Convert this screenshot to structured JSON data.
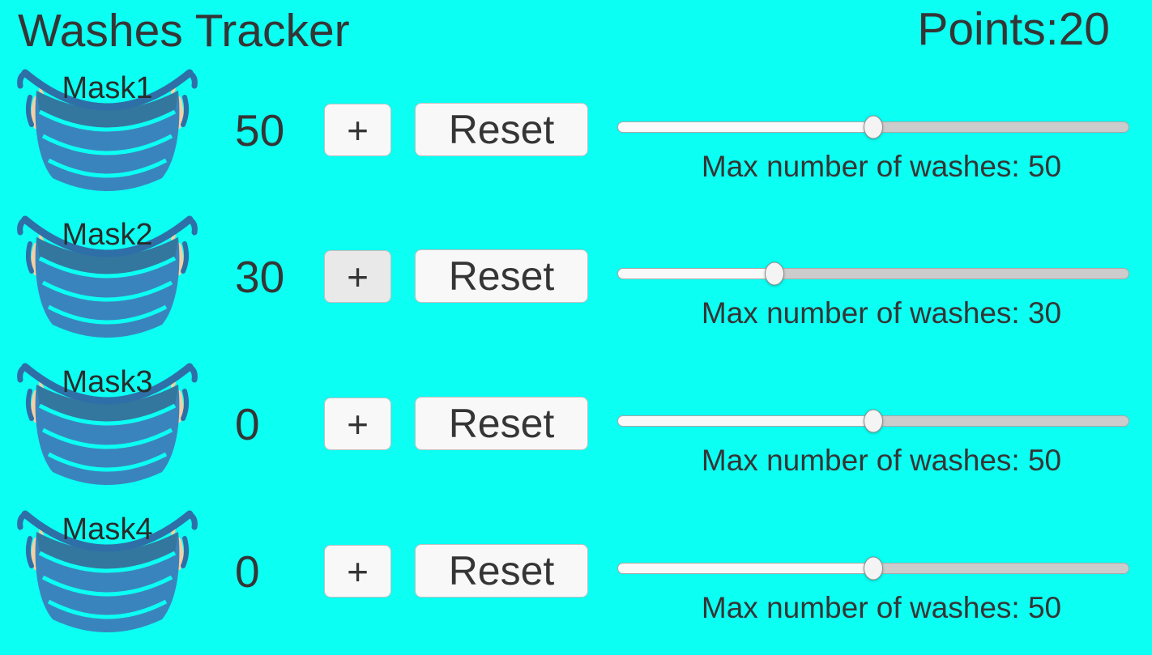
{
  "colors": {
    "bg": "#0bfff3",
    "ink": "#353535",
    "button-bg": "#f8f8f8",
    "button-bg-active": "#e9e9e9",
    "button-border": "#c0c0c0",
    "track": "#cccccc",
    "track-fill": "#f9f9f9",
    "thumb": "#f4f4f4",
    "mask-body": "#3a84bd",
    "mask-dark": "#2e6fa7",
    "mask-strip": "#33779f",
    "mask-peach": "#f5cfa3"
  },
  "header": {
    "title": "Washes Tracker",
    "points_label": "Points:",
    "points_value": "20"
  },
  "icons": {
    "mask": "face-mask-icon"
  },
  "rows": [
    {
      "mask_label": "Mask1",
      "count": "50",
      "plus_label": "+",
      "reset_label": "Reset",
      "slider_value": 50,
      "slider_min": 0,
      "slider_max": 100,
      "max_washes_label": "Max number of washes: 50",
      "plus_active": false
    },
    {
      "mask_label": "Mask2",
      "count": "30",
      "plus_label": "+",
      "reset_label": "Reset",
      "slider_value": 30,
      "slider_min": 0,
      "slider_max": 100,
      "max_washes_label": "Max number of washes: 30",
      "plus_active": true
    },
    {
      "mask_label": "Mask3",
      "count": "0",
      "plus_label": "+",
      "reset_label": "Reset",
      "slider_value": 50,
      "slider_min": 0,
      "slider_max": 100,
      "max_washes_label": "Max number of washes: 50",
      "plus_active": false
    },
    {
      "mask_label": "Mask4",
      "count": "0",
      "plus_label": "+",
      "reset_label": "Reset",
      "slider_value": 50,
      "slider_min": 0,
      "slider_max": 100,
      "max_washes_label": "Max number of washes: 50",
      "plus_active": false
    }
  ]
}
